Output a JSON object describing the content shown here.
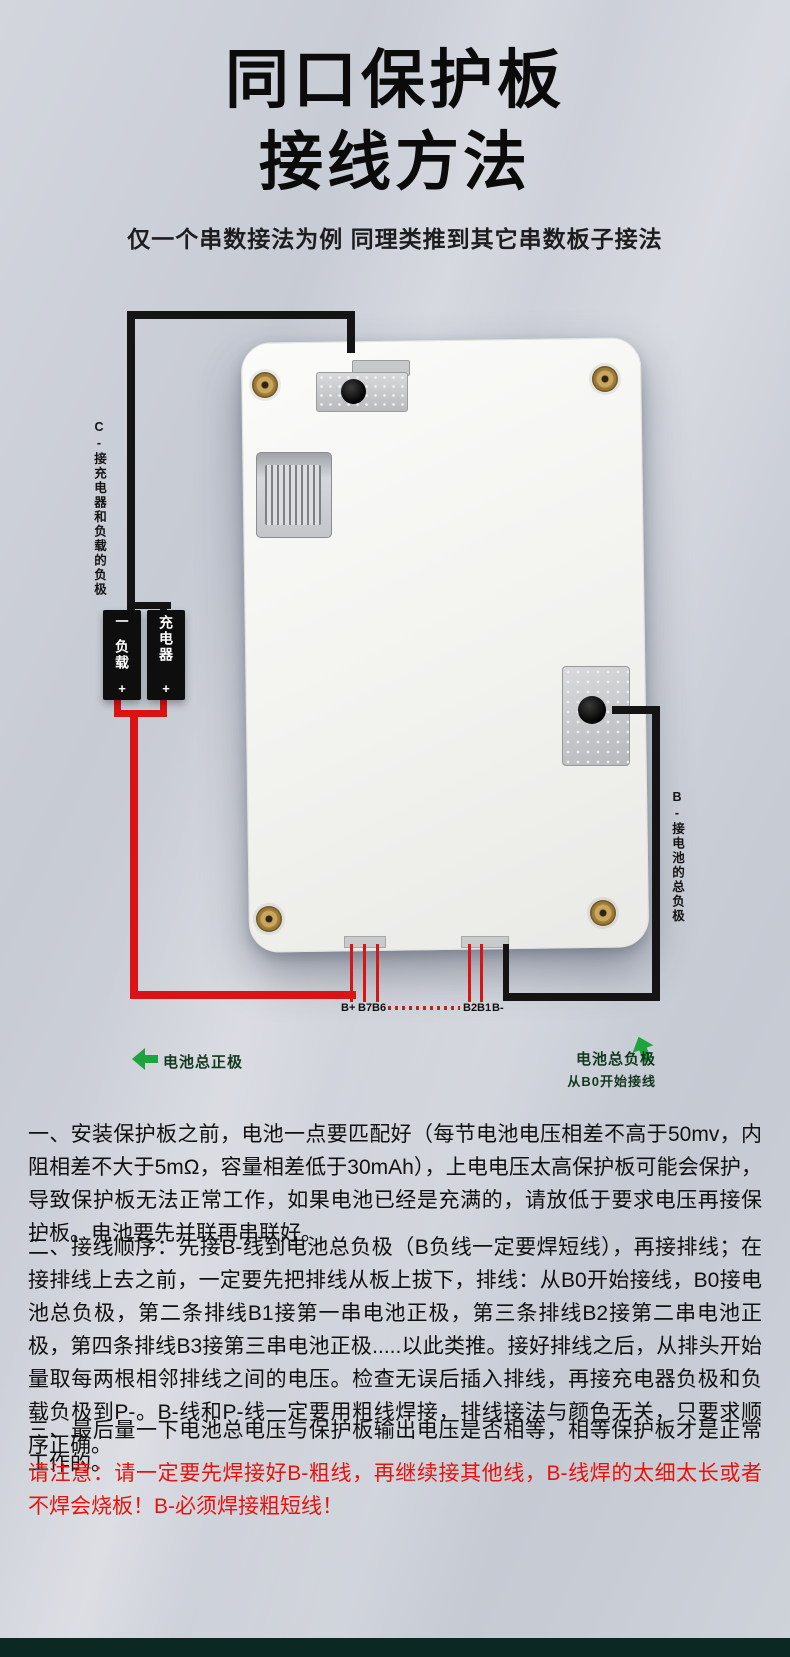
{
  "header": {
    "title_line1": "同口保护板",
    "title_line2": "接线方法",
    "subtitle": "仅一个串数接法为例 同理类推到其它串数板子接法"
  },
  "diagram": {
    "left_wire_label": "C-接充电器和负载的负极",
    "right_wire_label": "B-接电池的总负极",
    "load_box": {
      "minus": "一",
      "label": "负载",
      "plus": "+"
    },
    "charger_box": {
      "label": "充电器",
      "plus": "+"
    },
    "pins": [
      "B+",
      "B7",
      "B6",
      "B2",
      "B1",
      "B-"
    ],
    "battery_positive": "电池总正极",
    "battery_negative": "电池总负极",
    "battery_negative_note": "从B0开始接线"
  },
  "instructions": {
    "step1": "一、安装保护板之前，电池一点要匹配好（每节电池电压相差不高于50mv，内阻相差不大于5mΩ，容量相差低于30mAh），上电电压太高保护板可能会保护，导致保护板无法正常工作，如果电池已经是充满的，请放低于要求电压再接保护板。电池要先并联再串联好。",
    "step2": "二、接线顺序：先接B-线到电池总负极（B负线一定要焊短线），再接排线；在接排线上去之前，一定要先把排线从板上拔下，排线：从B0开始接线，B0接电池总负极，第二条排线B1接第一串电池正极，第三条排线B2接第二串电池正极，第四条排线B3接第三串电池正极.....以此类推。接好排线之后，从排头开始量取每两根相邻排线之间的电压。检查无误后插入排线，再接充电器负极和负载负极到P-。B-线和P-线一定要用粗线焊接，排线接法与颜色无关，只要求顺序正确。",
    "step3": "三、最后量一下电池总电压与保护板输出电压是否相等，相等保护板才是正常工作的。",
    "warning": "请注意：请一定要先焊接好B-粗线，再继续接其他线，B-线焊的太细太长或者不焊会烧板！B-必须焊接粗短线！"
  },
  "colors": {
    "wire_black": "#141414",
    "wire_red": "#da1414",
    "arrow_green": "#1fa33e",
    "warning_red": "#e8120d",
    "footer_bar": "#0c2822"
  }
}
